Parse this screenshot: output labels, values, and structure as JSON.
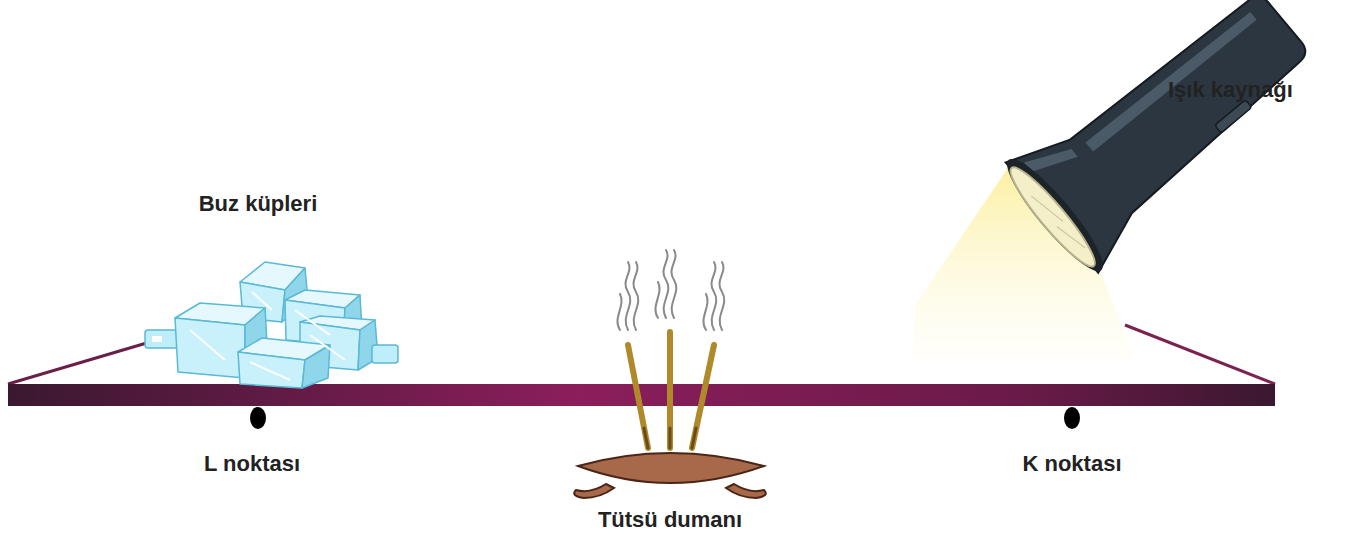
{
  "diagram": {
    "labels": [
      "Buz küpleri",
      "Işık kaynağı",
      "L noktası",
      "K noktası",
      "Tütsü dumanı"
    ]
  }
}
